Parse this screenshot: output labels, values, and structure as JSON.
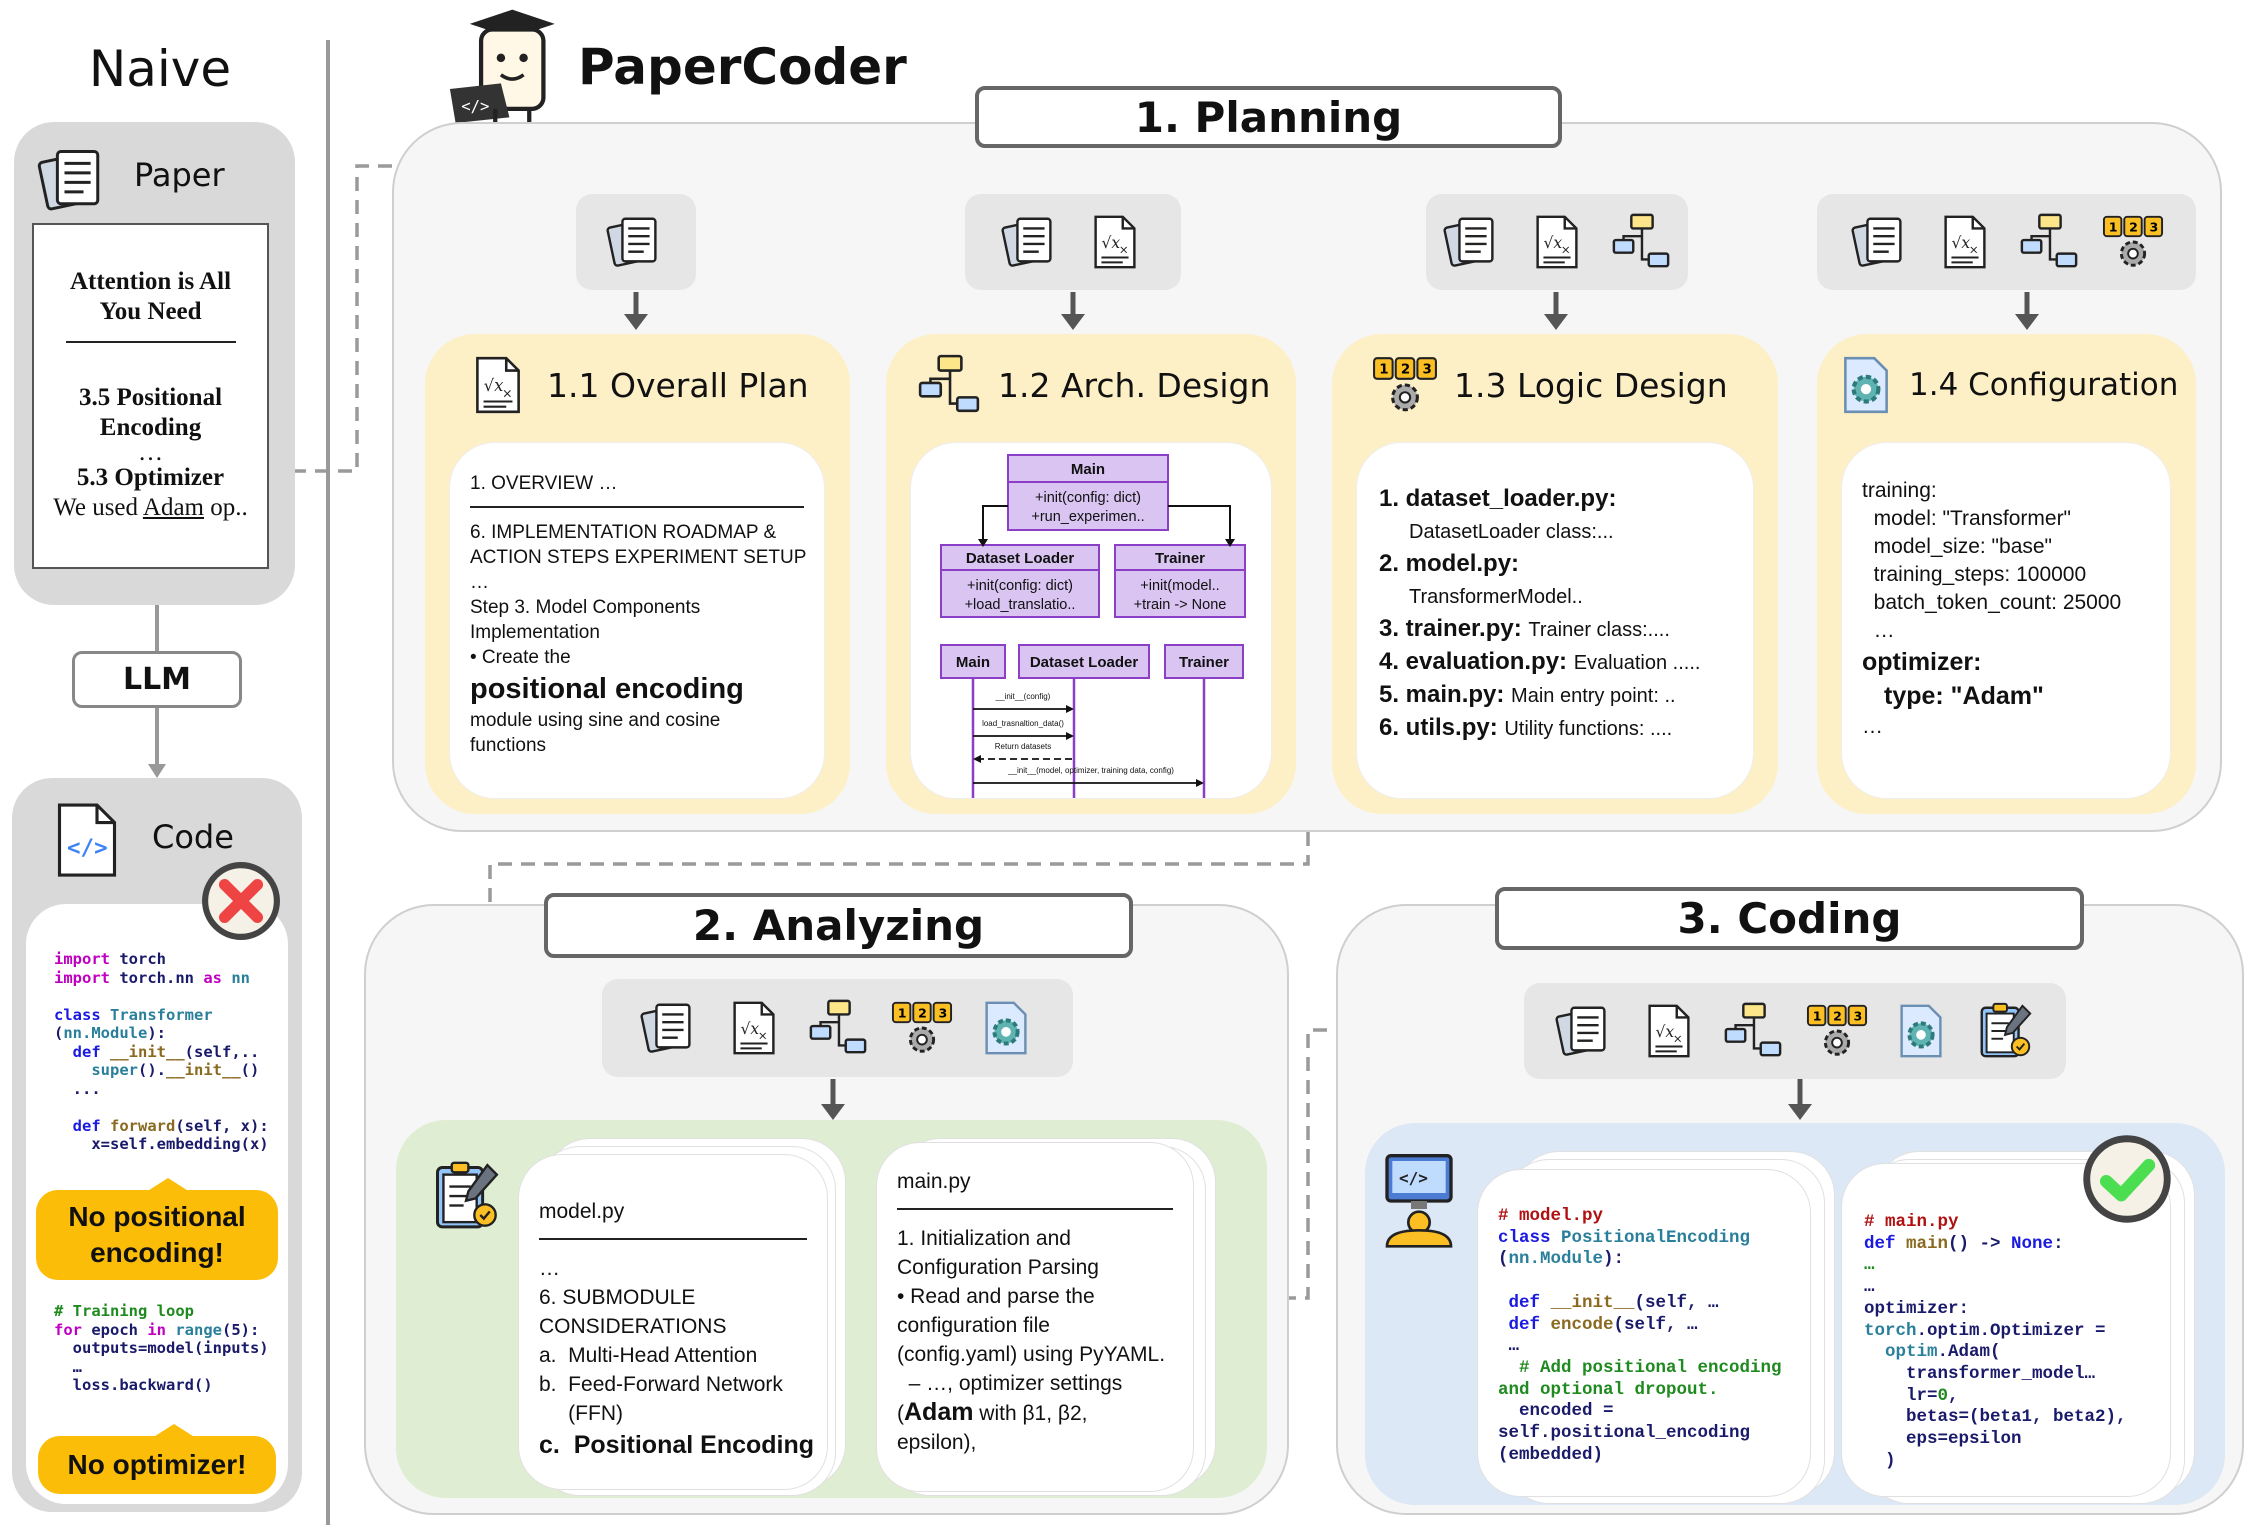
{
  "naive": {
    "title": "Naive",
    "paper_label": "Paper",
    "paper_lines": [
      "Attention is All",
      "You Need",
      "3.5 Positional",
      "Encoding",
      "…",
      "5.3 Optimizer"
    ],
    "paper_last_prefix": "We used ",
    "paper_last_underlined": "Adam",
    "paper_last_suffix": " op..",
    "llm_label": "LLM",
    "code_label": "Code",
    "code_lines_1": [
      [
        {
          "t": "import",
          "c": "kw"
        },
        {
          "t": " torch",
          "c": "dk"
        }
      ],
      [
        {
          "t": "import",
          "c": "kw"
        },
        {
          "t": " torch.nn ",
          "c": "dk"
        },
        {
          "t": "as",
          "c": "kw"
        },
        {
          "t": " nn",
          "c": "tl"
        }
      ],
      [],
      [
        {
          "t": "class",
          "c": "bl"
        },
        {
          "t": " Transformer",
          "c": "tl"
        }
      ],
      [
        {
          "t": "(",
          "c": "dk"
        },
        {
          "t": "nn.Module",
          "c": "tl"
        },
        {
          "t": "):",
          "c": "dk"
        }
      ],
      [
        {
          "t": "  def",
          "c": "bl"
        },
        {
          "t": " __init__",
          "c": "fn"
        },
        {
          "t": "(self,..",
          "c": "nv"
        }
      ],
      [
        {
          "t": "    super",
          "c": "tl"
        },
        {
          "t": "().",
          "c": "dk"
        },
        {
          "t": "__init__",
          "c": "fn"
        },
        {
          "t": "()",
          "c": "dk"
        }
      ],
      [
        {
          "t": "  ...",
          "c": "nv"
        }
      ],
      [],
      [
        {
          "t": "  def",
          "c": "bl"
        },
        {
          "t": " forward",
          "c": "fn"
        },
        {
          "t": "(self, x):",
          "c": "nv"
        }
      ],
      [
        {
          "t": "    x=self.embedding(x)",
          "c": "nv"
        }
      ]
    ],
    "callout_1": "No positional encoding!",
    "code_lines_2": [
      [
        {
          "t": "# Training loop",
          "c": "cm"
        }
      ],
      [
        {
          "t": "for",
          "c": "kw"
        },
        {
          "t": " epoch ",
          "c": "nv"
        },
        {
          "t": "in",
          "c": "kw"
        },
        {
          "t": " range",
          "c": "tl"
        },
        {
          "t": "(5):",
          "c": "dk"
        }
      ],
      [
        {
          "t": "  outputs=model(inputs)",
          "c": "nv"
        }
      ],
      [
        {
          "t": "  …",
          "c": "nv"
        }
      ],
      [
        {
          "t": "  loss.backward()",
          "c": "nv"
        }
      ]
    ],
    "callout_2": "No optimizer!",
    "status_icon": "red-x-icon"
  },
  "papercoder": {
    "title": "PaperCoder",
    "logo_icon": "robot-graduate-laptop-icon"
  },
  "planning": {
    "title": "1. Planning",
    "overall_plan": {
      "heading": "1.1 Overall Plan",
      "lines": [
        "1. OVERVIEW …",
        "6. IMPLEMENTATION ROADMAP &",
        "ACTION STEPS EXPERIMENT SETUP",
        "…",
        "Step 3. Model Components",
        "Implementation",
        "• Create the"
      ],
      "highlight": "positional encoding",
      "tail": [
        "module using sine and cosine",
        "functions"
      ]
    },
    "arch_design": {
      "heading": "1.2 Arch. Design",
      "classes": [
        {
          "name": "Main",
          "methods": [
            "+init(config: dict)",
            "+run_experimen.."
          ]
        },
        {
          "name": "Dataset Loader",
          "methods": [
            "+init(config: dict)",
            "+load_translatio.."
          ]
        },
        {
          "name": "Trainer",
          "methods": [
            "+init(model..",
            "+train -> None"
          ]
        }
      ],
      "lifelines": [
        "Main",
        "Dataset Loader",
        "Trainer"
      ],
      "messages": [
        "__init__(config)",
        "load_trasnaltion_data()",
        "Return datasets",
        "__init__(model, optimizer, training data, config)"
      ]
    },
    "logic_design": {
      "heading": "1.3 Logic Design",
      "items": [
        {
          "num": "1.",
          "file": "dataset_loader.py:",
          "desc": "DatasetLoader class:..."
        },
        {
          "num": "2.",
          "file": "model.py:",
          "desc": "TransformerModel.."
        },
        {
          "num": "3.",
          "file": "trainer.py:",
          "desc": "Trainer class:...."
        },
        {
          "num": "4.",
          "file": "evaluation.py:",
          "desc": "Evaluation ....."
        },
        {
          "num": "5.",
          "file": "main.py:",
          "desc": "Main entry point: .."
        },
        {
          "num": "6.",
          "file": "utils.py:",
          "desc": "Utility functions: ...."
        }
      ]
    },
    "configuration": {
      "heading": "1.4 Configuration",
      "lines": [
        "training:",
        "  model: \"Transformer\"",
        "  model_size: \"base\"",
        "  training_steps: 100000",
        "  batch_token_count: 25000",
        "  …"
      ],
      "optimizer_key": "optimizer:",
      "optimizer_type": "type: \"Adam\"",
      "end": "…"
    }
  },
  "analyzing": {
    "title": "2. Analyzing",
    "model_card": {
      "file": "model.py",
      "lines": [
        "…",
        "6. SUBMODULE",
        "CONSIDERATIONS",
        "a.  Multi-Head Attention",
        "b.  Feed-Forward Network",
        "     (FFN)"
      ],
      "highlight": "c.  Positional Encoding"
    },
    "main_card": {
      "file": "main.py",
      "lines": [
        "1. Initialization and",
        "Configuration Parsing",
        "• Read and parse the",
        "configuration file",
        "(config.yaml) using PyYAML.",
        "  – …, optimizer settings"
      ],
      "bold": "Adam",
      "tail_1_prefix": "(",
      "tail_1_suffix": " with β1, β2,",
      "tail_2": "epsilon),"
    }
  },
  "coding": {
    "title": "3. Coding",
    "model_code": [
      [
        {
          "t": "# model.py",
          "c": "rd"
        }
      ],
      [
        {
          "t": "class",
          "c": "bl"
        },
        {
          "t": " PositionalEncoding",
          "c": "tl"
        }
      ],
      [
        {
          "t": "(",
          "c": "dk"
        },
        {
          "t": "nn.Module",
          "c": "tl"
        },
        {
          "t": "):",
          "c": "dk"
        }
      ],
      [],
      [
        {
          "t": " def",
          "c": "bl"
        },
        {
          "t": " __init__",
          "c": "fn"
        },
        {
          "t": "(self, …",
          "c": "nv"
        }
      ],
      [
        {
          "t": " def",
          "c": "bl"
        },
        {
          "t": " encode",
          "c": "fn"
        },
        {
          "t": "(self, …",
          "c": "nv"
        }
      ],
      [
        {
          "t": " …",
          "c": "nv"
        }
      ],
      [
        {
          "t": "  # Add positional encoding",
          "c": "cm"
        }
      ],
      [
        {
          "t": "and optional dropout.",
          "c": "cm"
        }
      ],
      [
        {
          "t": "  encoded =",
          "c": "nv"
        }
      ],
      [
        {
          "t": "self.positional_encoding",
          "c": "nv"
        }
      ],
      [
        {
          "t": "(embedded)",
          "c": "nv"
        }
      ]
    ],
    "main_code": [
      [
        {
          "t": "# main.py",
          "c": "rd"
        }
      ],
      [
        {
          "t": "def",
          "c": "bl"
        },
        {
          "t": " main",
          "c": "fn"
        },
        {
          "t": "() -> ",
          "c": "dk"
        },
        {
          "t": "None",
          "c": "bl"
        },
        {
          "t": ":",
          "c": "dk"
        }
      ],
      [
        {
          "t": "…",
          "c": "cm"
        }
      ],
      [
        {
          "t": "…",
          "c": "nv"
        }
      ],
      [
        {
          "t": "optimizer:",
          "c": "nv"
        }
      ],
      [
        {
          "t": "torch",
          "c": "tl"
        },
        {
          "t": ".optim.Optimizer =",
          "c": "dk"
        }
      ],
      [
        {
          "t": "  optim",
          "c": "tl"
        },
        {
          "t": ".Adam(",
          "c": "dk"
        }
      ],
      [
        {
          "t": "    transformer_model…",
          "c": "nv"
        }
      ],
      [
        {
          "t": "    lr=",
          "c": "nv"
        },
        {
          "t": "0",
          "c": "cm"
        },
        {
          "t": ",",
          "c": "dk"
        }
      ],
      [
        {
          "t": "    betas=(beta1, beta2),",
          "c": "nv"
        }
      ],
      [
        {
          "t": "    eps=epsilon",
          "c": "nv"
        }
      ],
      [
        {
          "t": "  )",
          "c": "dk"
        }
      ]
    ],
    "status_icon": "green-check-icon"
  }
}
